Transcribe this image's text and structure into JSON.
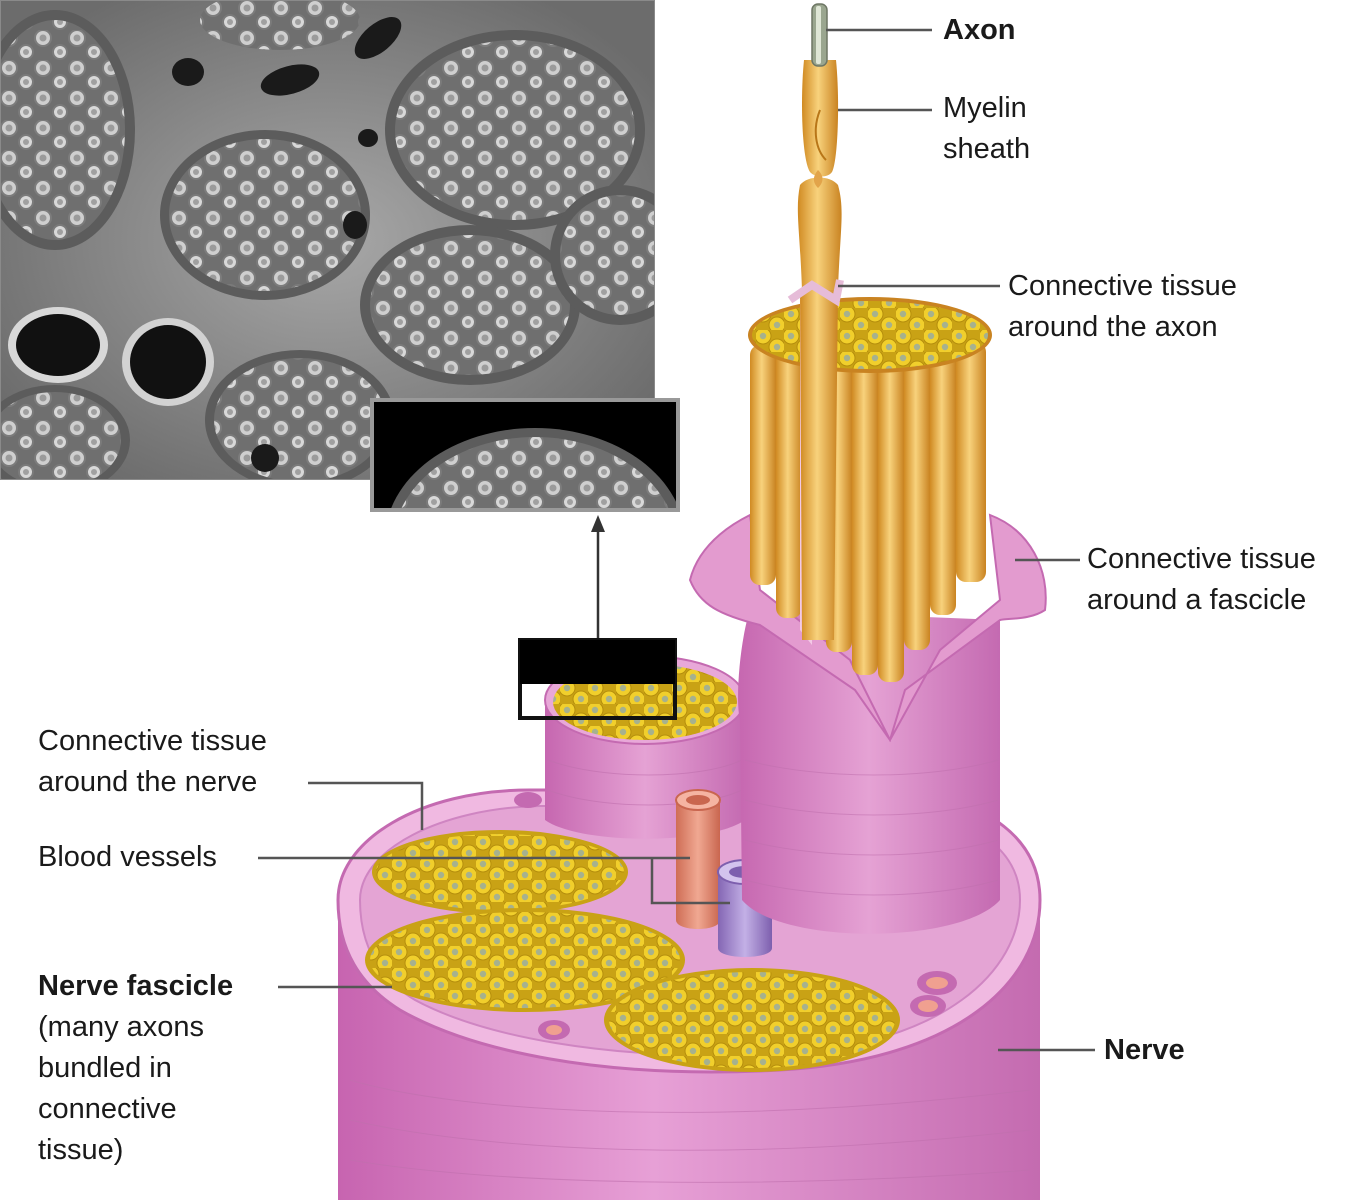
{
  "labels": {
    "axon": "Axon",
    "myelin_sheath": [
      "Myelin",
      "sheath"
    ],
    "ct_axon": [
      "Connective tissue",
      "around the axon"
    ],
    "ct_fascicle": [
      "Connective tissue",
      "tissue around a fascicle"
    ],
    "ct_nerve": [
      "Connective tissue",
      "around the nerve"
    ],
    "blood_vessels": "Blood vessels",
    "nerve_fascicle": "Nerve fascicle",
    "nerve_fascicle_desc": [
      "(many axons",
      "bundled in",
      "connective",
      "tissue)"
    ],
    "nerve": "Nerve"
  },
  "colors": {
    "tissue_pink": "#d77fc0",
    "tissue_light": "#f0b6e2",
    "axon_gold": "#e9a93a",
    "axon_light": "#f7d27a",
    "bundle_yellow": "#e9c51d",
    "axon_core": "#a5b08a",
    "vessel_red": "#e58b74",
    "vessel_purple": "#a184c9",
    "micrograph_gray": "#8f8f8f",
    "leader_line": "#555555"
  }
}
